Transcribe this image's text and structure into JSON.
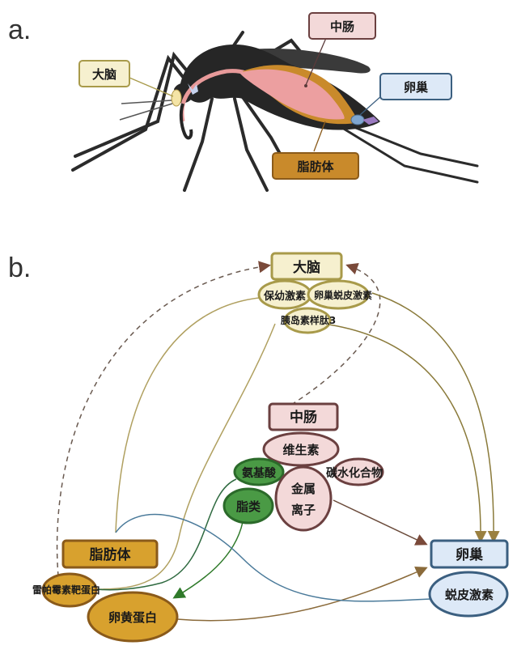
{
  "panel_a": {
    "label": "a.",
    "callouts": {
      "brain": "大脑",
      "midgut": "中肠",
      "ovary": "卵巢",
      "fat_body": "脂肪体"
    }
  },
  "panel_b": {
    "label": "b.",
    "brain": {
      "title": "大脑",
      "hormones": [
        "保幼激素",
        "卵巢蜕皮激素",
        "胰岛素样肽3"
      ]
    },
    "midgut": {
      "title": "中肠",
      "nutrients": [
        "维生素",
        "碳水化合物",
        "氨基酸",
        "脂类",
        "金属",
        "离子"
      ]
    },
    "fat_body": {
      "title": "脂肪体",
      "products": [
        "雷帕霉素靶蛋白",
        "卵黄蛋白"
      ]
    },
    "ovary": {
      "title": "卵巢",
      "products": [
        "蜕皮激素"
      ]
    }
  },
  "colors": {
    "brain_fill": "#f6f0cf",
    "brain_stroke": "#a89a4a",
    "midgut_fill": "#f3d9d9",
    "midgut_stroke": "#6b4040",
    "green_fill": "#4a9a45",
    "green_stroke": "#2b6a2a",
    "fat_fill": "#d8a12e",
    "fat_stroke": "#8a5a1a",
    "ovary_fill": "#dde9f7",
    "ovary_stroke": "#3b5f80"
  }
}
